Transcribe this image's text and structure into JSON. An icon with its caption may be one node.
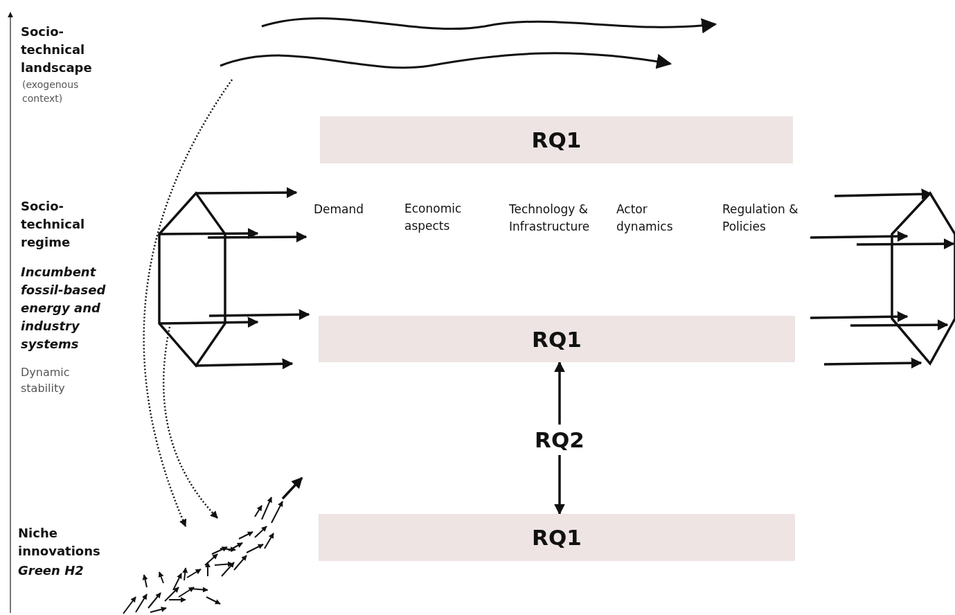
{
  "diagram": {
    "nodes": [
      {
        "text": [
          "RQ1"
        ]
      },
      {
        "text": [
          "RQ1"
        ]
      },
      {
        "text": [
          "RQ2"
        ]
      },
      {
        "text": [
          "RQ1"
        ]
      }
    ],
    "edges": [
      {
        "from": 2,
        "to": 1,
        "arrow": "to"
      },
      {
        "from": 2,
        "to": 3,
        "arrow": "to"
      }
    ],
    "labels": [
      "Socio-technical landscape",
      "(exogenous context)",
      "Socio-technical regime",
      "Demand",
      "Economic aspects",
      "Technology & Infrastructure",
      "Actor dynamics",
      "Regulation & Policies",
      "Incumbent fossil-based energy and industry systems",
      "Dynamic stability",
      "Niche innovations",
      "Green H2"
    ]
  }
}
